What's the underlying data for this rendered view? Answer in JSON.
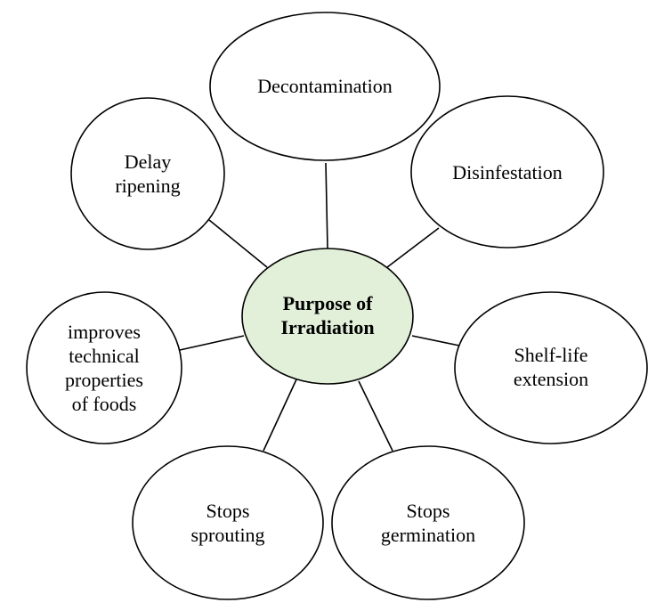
{
  "center": {
    "lines": [
      "Purpose of",
      "Irradiation"
    ],
    "fill": "#e2efd9"
  },
  "nodes": [
    {
      "id": "decontamination",
      "lines": [
        "Decontamination"
      ]
    },
    {
      "id": "delay-ripening",
      "lines": [
        "Delay",
        "ripening"
      ]
    },
    {
      "id": "disinfestation",
      "lines": [
        "Disinfestation"
      ]
    },
    {
      "id": "improves-technical-properties",
      "lines": [
        "improves",
        "technical",
        "properties",
        "of foods"
      ]
    },
    {
      "id": "shelf-life-extension",
      "lines": [
        "Shelf-life",
        "extension"
      ]
    },
    {
      "id": "stops-sprouting",
      "lines": [
        "Stops",
        "sprouting"
      ]
    },
    {
      "id": "stops-germination",
      "lines": [
        "Stops",
        "germination"
      ]
    }
  ]
}
